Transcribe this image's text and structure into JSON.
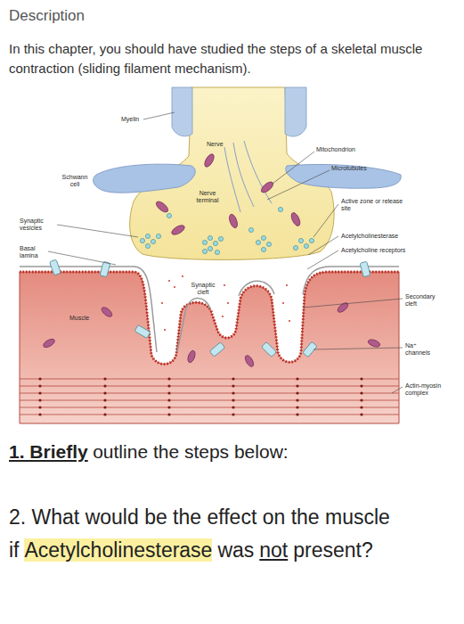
{
  "diagram": {
    "title": "Description",
    "labels": [
      "In this chapter, you should have studied the steps of a skeletal muscle contraction (sliding filament mechanism).",
      "Myelin",
      "Nerve",
      "Mitochondrion",
      "Microtubules",
      "Schwann cell",
      "Nerve terminal",
      "Active zone or release site",
      "Synaptic vesicles",
      "Acetylcholinesterase",
      "Basal lamina",
      "Acetylcholine receptors",
      "Synaptic cleft",
      "Secondary cleft",
      "Muscle",
      "Na⁺ channels",
      "Actin-myosin complex",
      "1. Briefly",
      "outline the steps below:",
      "2. What would be the effect on the muscle if",
      "Acetylcholinesterase",
      "was",
      "not",
      "present?"
    ]
  }
}
